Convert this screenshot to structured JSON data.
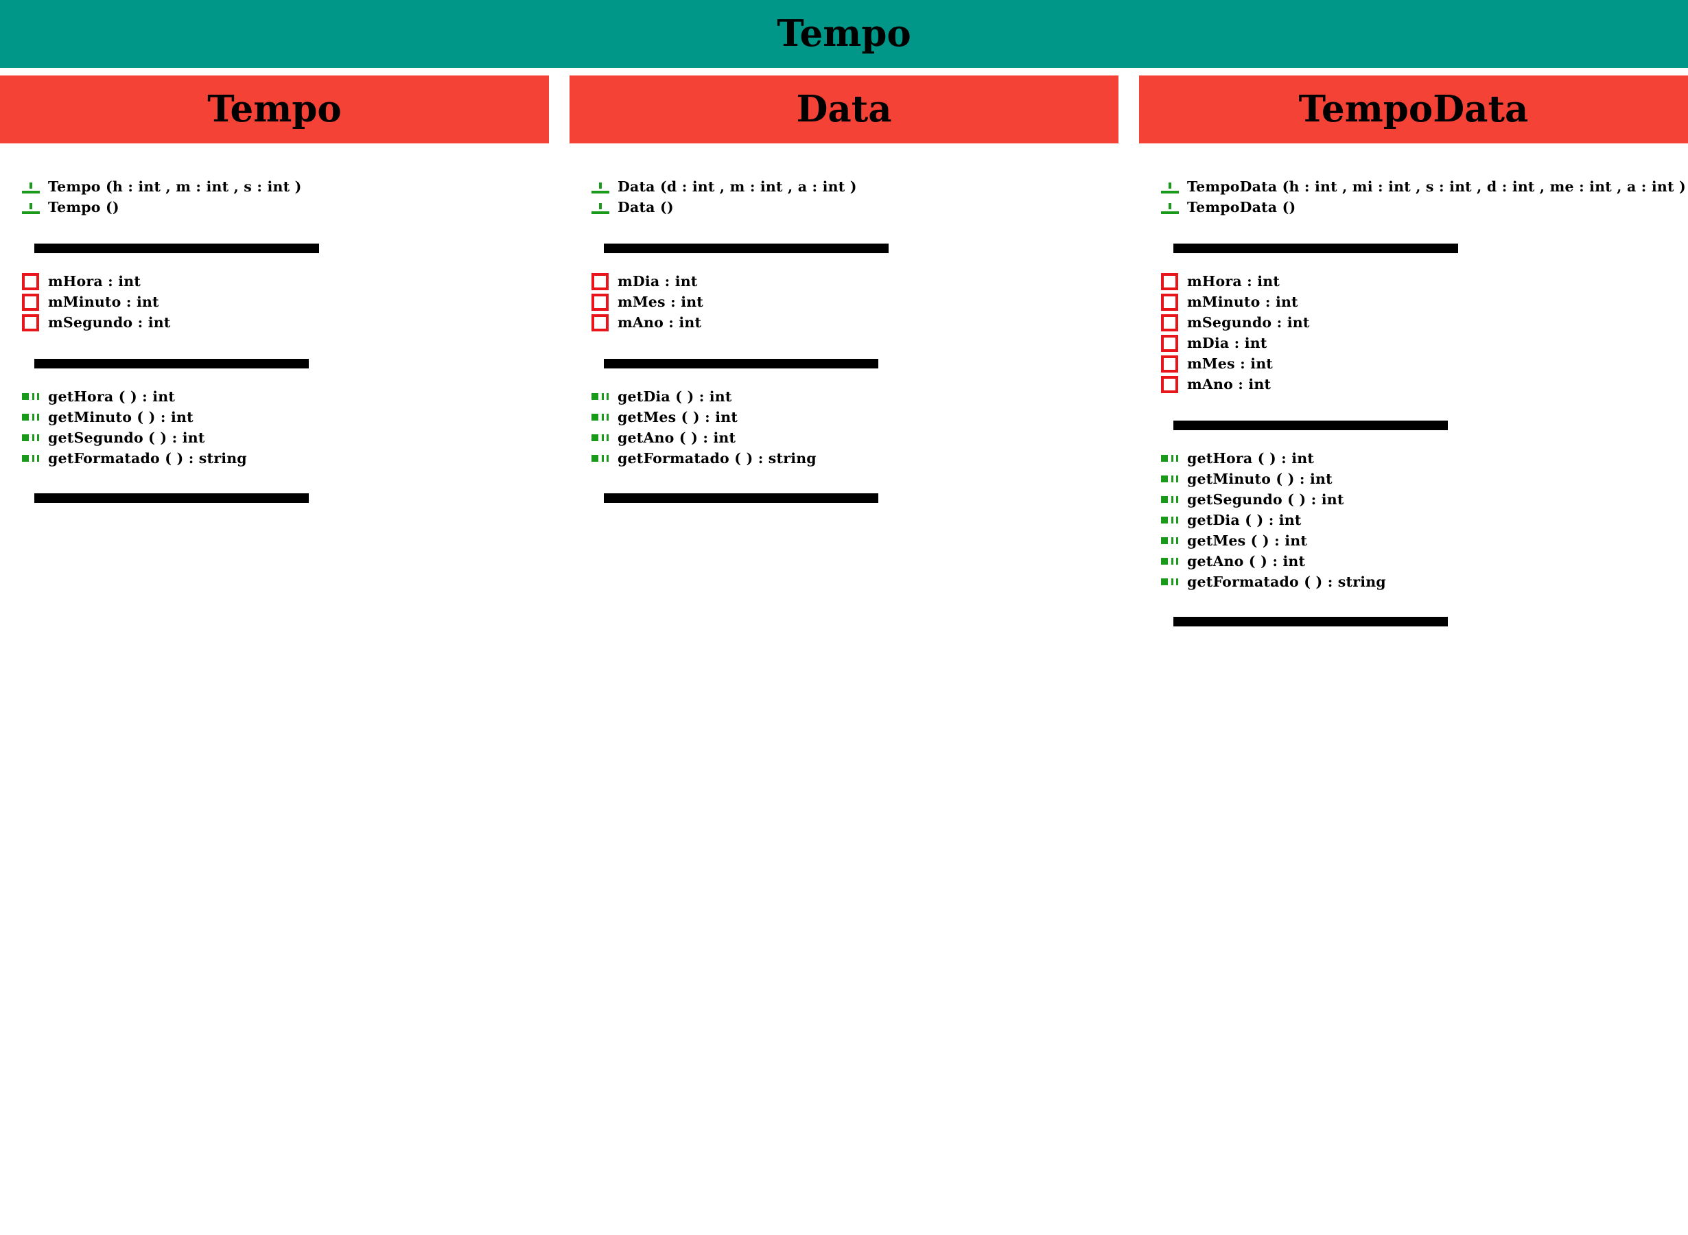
{
  "diagram_title": "Tempo",
  "classes": [
    {
      "name": "Tempo",
      "constructors": [
        "Tempo (h : int , m : int , s : int )",
        "Tempo ()"
      ],
      "fields": [
        "mHora : int",
        "mMinuto : int",
        "mSegundo : int"
      ],
      "methods": [
        "getHora ( ) : int",
        "getMinuto ( ) : int",
        "getSegundo ( ) : int",
        "getFormatado ( ) : string"
      ]
    },
    {
      "name": "Data",
      "constructors": [
        "Data (d : int , m : int , a : int )",
        "Data ()"
      ],
      "fields": [
        "mDia : int",
        "mMes : int",
        "mAno : int"
      ],
      "methods": [
        "getDia ( ) : int",
        "getMes ( ) : int",
        "getAno ( ) : int",
        "getFormatado ( ) : string"
      ]
    },
    {
      "name": "TempoData",
      "constructors": [
        "TempoData (h : int , mi : int , s : int , d : int , me : int , a : int )",
        "TempoData ()"
      ],
      "fields": [
        "mHora : int",
        "mMinuto : int",
        "mSegundo : int",
        "mDia : int",
        "mMes : int",
        "mAno : int"
      ],
      "methods": [
        "getHora ( ) : int",
        "getMinuto ( ) : int",
        "getSegundo ( ) : int",
        "getDia ( ) : int",
        "getMes ( ) : int",
        "getAno ( ) : int",
        "getFormatado ( ) : string"
      ]
    }
  ],
  "icons": {
    "constructor": "constructor-icon",
    "field": "private-field-icon",
    "method": "public-method-icon"
  },
  "colors": {
    "banner": "#009688",
    "class_header": "#f44336",
    "constructor_icon": "#1a9a1a",
    "field_icon": "#e8151b",
    "method_icon": "#1a9a1a",
    "divider": "#000000"
  }
}
